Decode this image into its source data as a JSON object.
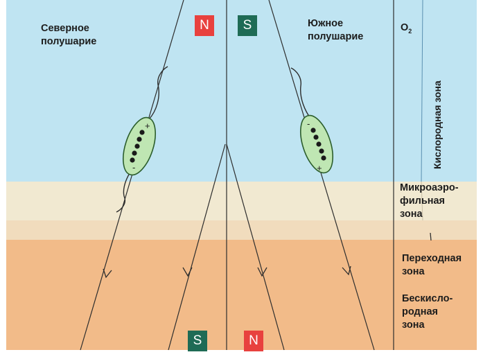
{
  "labels": {
    "northern_hemisphere": [
      "Северное",
      "полушарие"
    ],
    "southern_hemisphere": [
      "Южное",
      "полушарие"
    ],
    "oxygen": "O",
    "oxygen_subscript": "2",
    "oxygen_zone": "Кислородная зона",
    "microaerophilic_zone": [
      "Микроаэро-",
      "фильная",
      "зона"
    ],
    "transition_zone": [
      "Переходная",
      "зона"
    ],
    "anoxic_zone": [
      "Бескисло-",
      "родная",
      "зона"
    ]
  },
  "magnets": {
    "top_left": "N",
    "top_right": "S",
    "bottom_left": "S",
    "bottom_right": "N"
  },
  "bacteria": {
    "left_charges": [
      "+",
      "-"
    ],
    "right_charges": [
      "-",
      "+"
    ]
  },
  "colors": {
    "oxygen_zone": "#bfe4f2",
    "microaerophilic_zone": "#f1e9d1",
    "transition_zone": "#f1dcbd",
    "anoxic_zone": "#f2bb89",
    "magnet_n": "#e8413e",
    "magnet_s": "#1f6b55",
    "bacterium_fill": "#bfe6b3",
    "bacterium_stroke": "#2b5d2c",
    "line": "#2d2d2d"
  }
}
